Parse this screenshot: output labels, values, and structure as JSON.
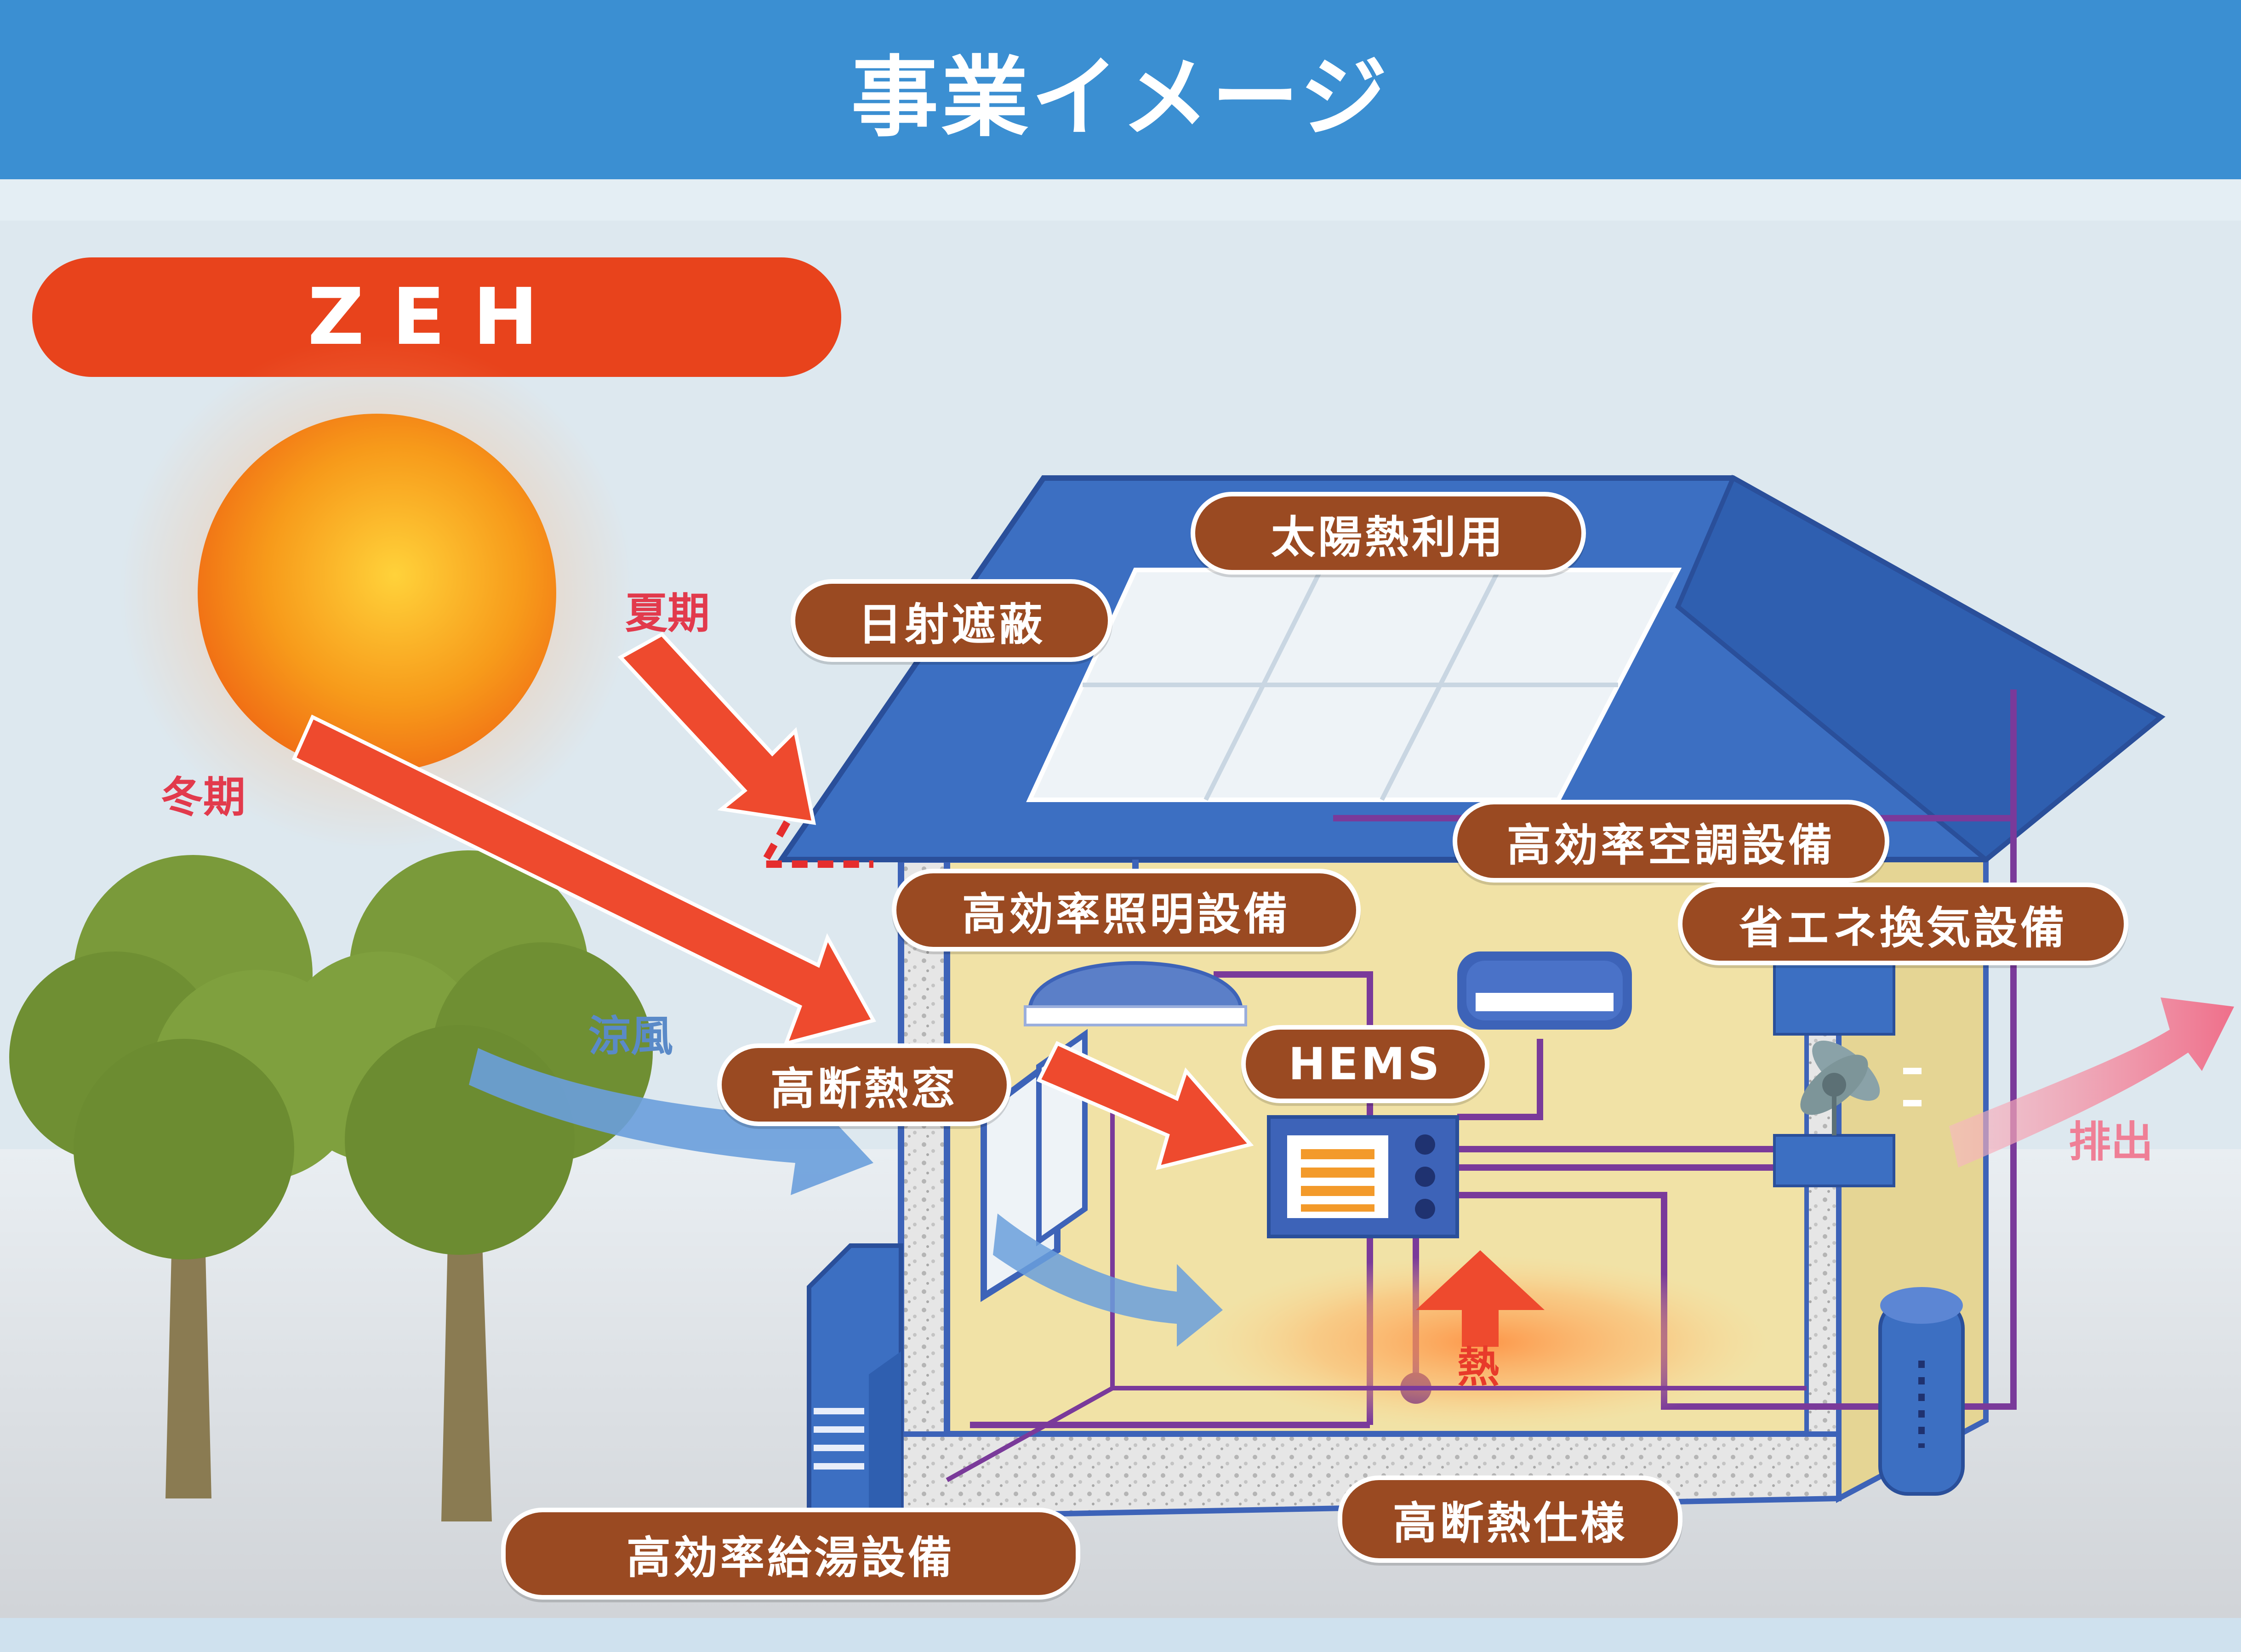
{
  "header": {
    "title": "事業イメージ"
  },
  "zeh_label": "ZEH",
  "labels": {
    "solar_heat": "太陽熱利用",
    "sun_shading": "日射遮蔽",
    "summer": "夏期",
    "winter": "冬期",
    "aircon": "高効率空調設備",
    "lighting": "高効率照明設備",
    "ventilation": "省エネ換気設備",
    "cool_breeze": "涼風",
    "window": "高断熱窓",
    "hems": "HEMS",
    "exhaust": "排出",
    "heat": "熱",
    "water_heater": "高効率給湯設備",
    "insulation": "高断熱仕様"
  },
  "colors": {
    "header_bg": "#3b8fd2",
    "pill_bg": "#9a4a22",
    "roof": "#3c6fc2",
    "wall": "#f1e2a6",
    "arrow_red": "#ee4a2e",
    "arrow_blue": "#6a9fdc",
    "circuit": "#7a3a9a",
    "tree_green": "#7a9a3a"
  },
  "icons": [
    "sun-icon",
    "tree-icon",
    "solar-panel-icon",
    "light-fixture-icon",
    "air-conditioner-icon",
    "ventilation-fan-icon",
    "hems-monitor-icon",
    "water-heater-icon",
    "outdoor-unit-icon",
    "window-icon"
  ]
}
